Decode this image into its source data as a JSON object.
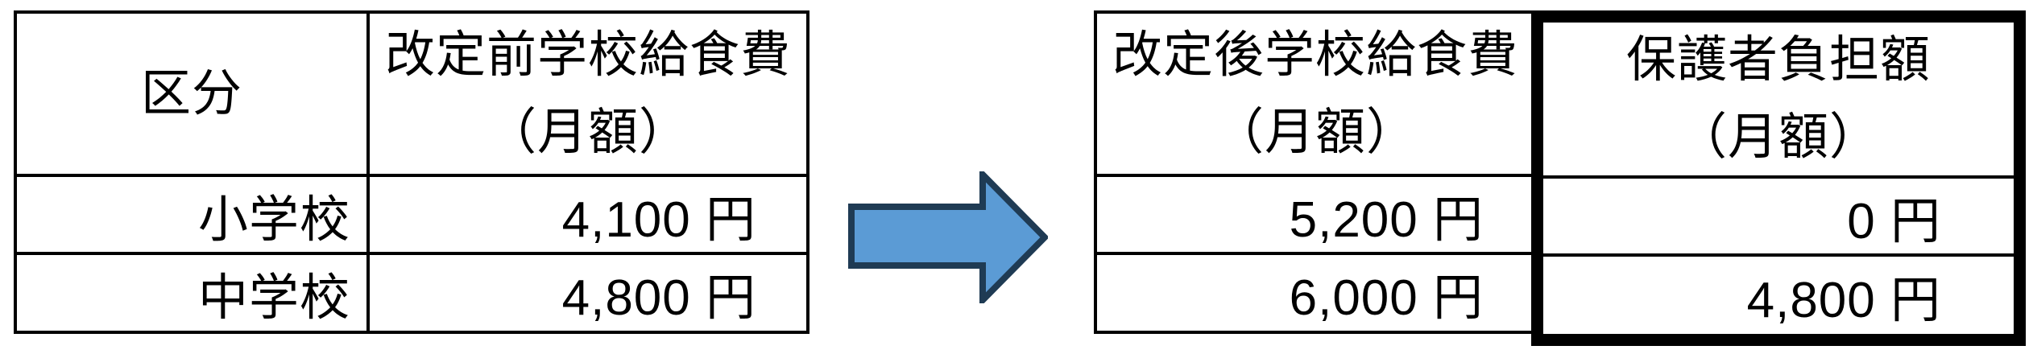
{
  "before_table": {
    "category_header": "区分",
    "fee_header_line1": "改定前学校給食費",
    "fee_header_line2": "（月額）",
    "rows": [
      {
        "category": "小学校",
        "fee": "4,100 円"
      },
      {
        "category": "中学校",
        "fee": "4,800 円"
      }
    ]
  },
  "after_table": {
    "fee_header_line1": "改定後学校給食費",
    "fee_header_line2": "（月額）",
    "burden_header_line1": "保護者負担額",
    "burden_header_line2": "（月額）",
    "rows": [
      {
        "fee": "5,200 円",
        "burden": "0 円"
      },
      {
        "fee": "6,000 円",
        "burden": "4,800 円"
      }
    ]
  },
  "arrow": {
    "direction": "right",
    "fill": "#5B9BD5",
    "stroke": "#1F3B54"
  },
  "colors": {
    "table_border": "#000000",
    "background": "#FFFFFF",
    "text": "#000000"
  }
}
